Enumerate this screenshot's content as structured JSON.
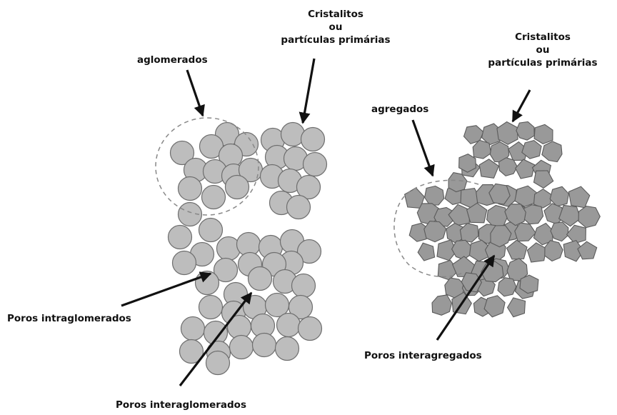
{
  "labels": {
    "aglomerados": "aglomerados",
    "cristalitos_left_line1": "Cristalitos",
    "cristalitos_left_line2": "ou",
    "cristalitos_left_line3": "partículas primárias",
    "cristalitos_right_line1": "Cristalitos",
    "cristalitos_right_line2": "ou",
    "cristalitos_right_line3": "partículas primárias",
    "agregados": "agregados",
    "poros_intraglomerados": "Poros intraglomerados",
    "poros_interaglomerados": "Poros interaglomerados",
    "poros_interagregados": "Poros interagregados"
  },
  "colors": {
    "circle_fill": "#bdbdbd",
    "circle_stroke": "#6e6e6e",
    "polygon_fill": "#999999",
    "polygon_stroke": "#5a5a5a",
    "arrow": "#111111",
    "dashed_outline": "#888888"
  }
}
